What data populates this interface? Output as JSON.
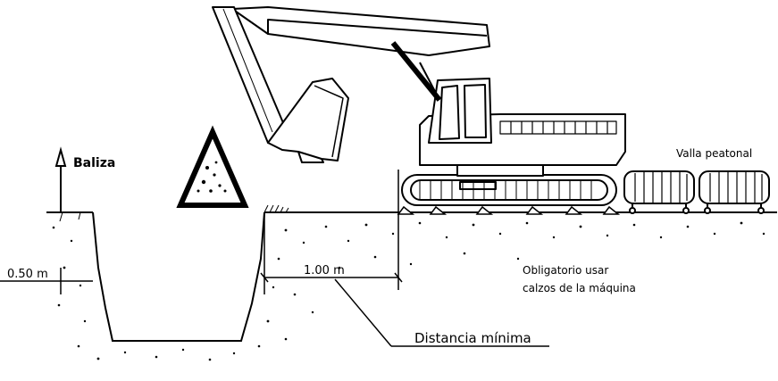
{
  "labels": {
    "baliza": "Baliza",
    "valla": "Valla peatonal",
    "depth": "0.50 m",
    "distance": "1.00 m",
    "note_line1": "Obligatorio usar",
    "note_line2": "calzos de la máquina",
    "min_distance": "Distancia mínima"
  },
  "icons": {
    "warning_sign": "warning-triangle-icon",
    "beacon": "beacon-icon"
  },
  "colors": {
    "ink": "#000000",
    "background": "#ffffff"
  }
}
